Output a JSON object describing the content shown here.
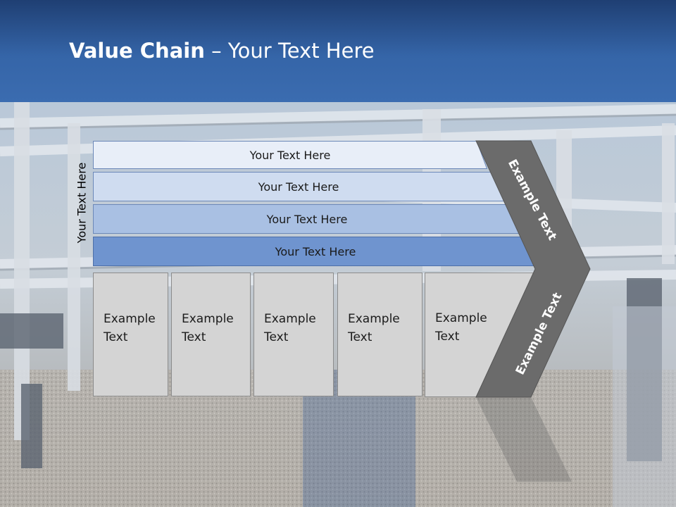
{
  "slide": {
    "title_bold": "Value Chain",
    "title_rest": " – Your Text Here",
    "side_label": "Your Text Here",
    "bars": [
      {
        "label": "Your Text Here"
      },
      {
        "label": "Your Text Here"
      },
      {
        "label": "Your Text Here"
      },
      {
        "label": "Your Text Here"
      }
    ],
    "columns": [
      {
        "line1": "Example",
        "line2": "Text"
      },
      {
        "line1": "Example",
        "line2": "Text"
      },
      {
        "line1": "Example",
        "line2": "Text"
      },
      {
        "line1": "Example",
        "line2": "Text"
      },
      {
        "line1": "Example",
        "line2": "Text"
      }
    ],
    "chevron_top_text": "Example Text",
    "chevron_bottom_text": "Example Text"
  },
  "colors": {
    "bar_fills": [
      "#e8eef8",
      "#cfdcf0",
      "#a9c0e3",
      "#6f94cf"
    ],
    "chevron": "#6b6b6b",
    "column_fill": "#d4d4d4",
    "header_blue": "#2c5596"
  }
}
